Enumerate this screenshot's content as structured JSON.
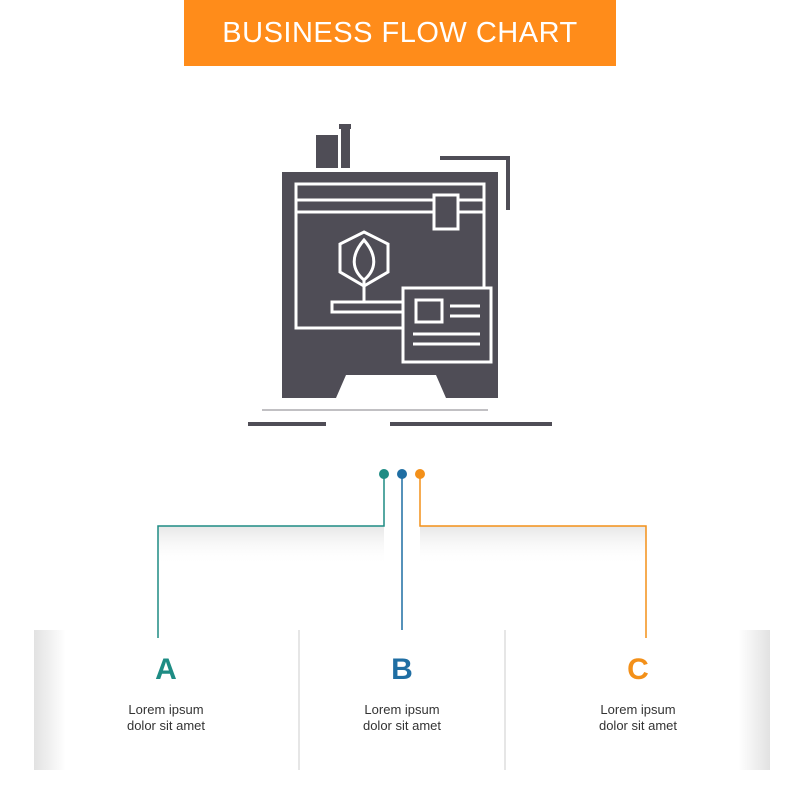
{
  "title": "BUSINESS FLOW CHART",
  "colors": {
    "banner": "#FF8C1A",
    "icon": "#4F4D56",
    "teal": "#1E8C84",
    "blue": "#1F6EA3",
    "orange": "#F39019"
  },
  "icon": {
    "name": "3d-printer-icon"
  },
  "steps": [
    {
      "letter": "A",
      "line1": "Lorem ipsum",
      "line2": "dolor sit amet",
      "color": "#1E8C84"
    },
    {
      "letter": "B",
      "line1": "Lorem ipsum",
      "line2": "dolor sit amet",
      "color": "#1F6EA3"
    },
    {
      "letter": "C",
      "line1": "Lorem ipsum",
      "line2": "dolor sit amet",
      "color": "#F39019"
    }
  ]
}
